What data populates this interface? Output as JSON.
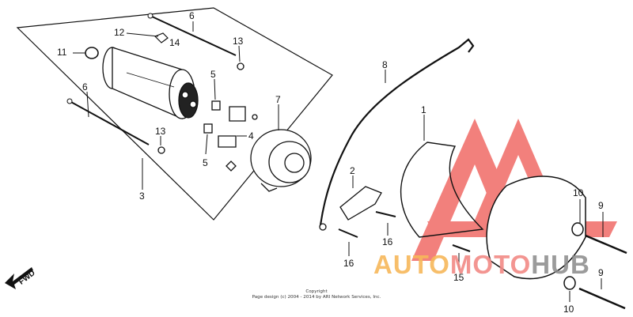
{
  "diagram": {
    "callouts": [
      {
        "id": "c6a",
        "text": "6"
      },
      {
        "id": "c12",
        "text": "12"
      },
      {
        "id": "c14",
        "text": "14"
      },
      {
        "id": "c11",
        "text": "11"
      },
      {
        "id": "c13a",
        "text": "13"
      },
      {
        "id": "c5a",
        "text": "5"
      },
      {
        "id": "c6b",
        "text": "6"
      },
      {
        "id": "c13b",
        "text": "13"
      },
      {
        "id": "c7",
        "text": "7"
      },
      {
        "id": "c4",
        "text": "4"
      },
      {
        "id": "c5b",
        "text": "5"
      },
      {
        "id": "c3",
        "text": "3"
      },
      {
        "id": "c8",
        "text": "8"
      },
      {
        "id": "c1",
        "text": "1"
      },
      {
        "id": "c2",
        "text": "2"
      },
      {
        "id": "c16a",
        "text": "16"
      },
      {
        "id": "c16b",
        "text": "16"
      },
      {
        "id": "c15",
        "text": "15"
      },
      {
        "id": "c10a",
        "text": "10"
      },
      {
        "id": "c9a",
        "text": "9"
      },
      {
        "id": "c9b",
        "text": "9"
      },
      {
        "id": "c10b",
        "text": "10"
      }
    ],
    "fwd_label": "FWD",
    "copyright_line1": "Copyright",
    "copyright_line2": "Page design (c) 2004 - 2014 by ARI Network Services, Inc."
  },
  "watermark": {
    "word_auto": "AUTO",
    "word_moto": "MOTO",
    "word_hub": "HUB",
    "colors": {
      "auto": "#f7b85a",
      "moto": "#f28a86",
      "hub": "#8a8a8a",
      "triangle": "#f06a66"
    }
  }
}
